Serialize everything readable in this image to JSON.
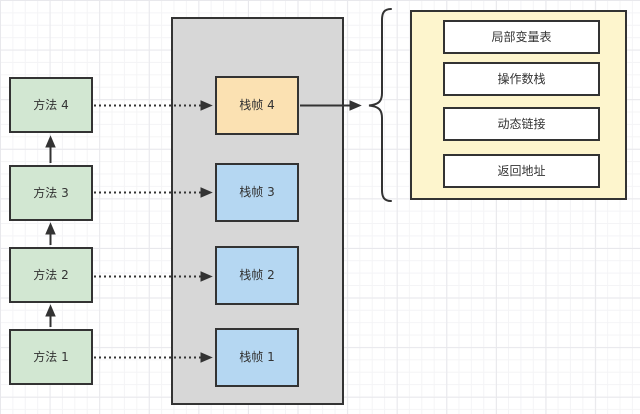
{
  "methods": [
    {
      "label": "方法 4"
    },
    {
      "label": "方法 3"
    },
    {
      "label": "方法 2"
    },
    {
      "label": "方法 1"
    }
  ],
  "stack": {
    "frames": [
      {
        "label": "栈帧 4"
      },
      {
        "label": "栈帧 3"
      },
      {
        "label": "栈帧 2"
      },
      {
        "label": "栈帧 1"
      }
    ]
  },
  "frame_structure": {
    "items": [
      {
        "label": "局部变量表"
      },
      {
        "label": "操作数栈"
      },
      {
        "label": "动态链接"
      },
      {
        "label": "返回地址"
      }
    ]
  },
  "colors": {
    "method_fill": "#d2e7d2",
    "frame_fill": "#b5d7f2",
    "current_frame_fill": "#fbe1b2",
    "stack_container_fill": "#d7d7d7",
    "structure_container_fill": "#fdf5cd",
    "detail_box_fill": "#ffffff",
    "line_and_border": "#333333",
    "grid_minor": "#f4f4f6",
    "grid_major": "#e8e8ec"
  }
}
